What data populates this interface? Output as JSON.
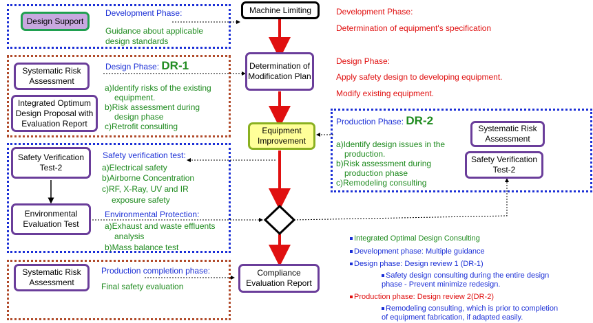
{
  "top_left": {
    "design_support": "Design Support",
    "title": "Development  Phase:",
    "guidance_1": "Guidance about applicable",
    "guidance_2": "design standards"
  },
  "machine_limiting": "Machine Limiting",
  "right_top": {
    "dev_title": "Development  Phase:",
    "dev_text": "Determination  of equipment's specification",
    "design_title": "Design Phase:",
    "design_text_1": "Apply safety design to developing  equipment.",
    "design_text_2": "Modify existing equipment."
  },
  "design_phase": {
    "title": "Design Phase:",
    "dr": "DR-1",
    "box1": "Systematic Risk Assessment",
    "box2": "Integrated Optimum Design Proposal with Evaluation Report",
    "items": [
      "a)Identify  risks of the existing",
      "equipment.",
      "b)Risk assessment during",
      "design phase",
      "c)Retrofit  consulting"
    ]
  },
  "modification_plan": "Determination of Modification Plan",
  "equipment_improvement": "Equipment Improvement",
  "production_phase": {
    "title": "Production Phase:",
    "dr": "DR-2",
    "box1": "Systematic Risk Assessment",
    "box2": "Safety Verification Test-2",
    "items": [
      "a)Identify  design issues in the",
      "production.",
      "b)Risk assessment during",
      "production phase",
      "c)Remodeling  consulting"
    ]
  },
  "safety": {
    "box1": "Safety Verification Test-2",
    "box2": "Environmental Evaluation Test",
    "verif_title": "Safety verification  test:",
    "verif_items": [
      "a)Electrical safety",
      "b)Airborne  Concentration",
      "c)RF, X-Ray,  UV and IR",
      "exposure safety"
    ],
    "env_title": "Environmental Protection:",
    "env_items": [
      "a)Exhaust and waste effluents",
      "analysis",
      "b)Mass balance test"
    ]
  },
  "completion": {
    "box": "Systematic Risk Assessment",
    "title": "Production completion  phase:",
    "text": "Final safety evaluation",
    "report": "Compliance Evaluation  Report"
  },
  "legend": {
    "l1": "Integrated Optimal Design Consulting",
    "l2": "Development phase: Multiple guidance",
    "l3": "Design phase: Design review 1 (DR-1)",
    "l4a": "Safety design consulting  during  the entire design",
    "l4b": "phase - Prevent minimize redesign.",
    "l5": "Production phase: Design review 2(DR-2)",
    "l6a": "Remodeling consulting, which is prior to completion",
    "l6b": "of equipment fabrication, if adapted easily."
  },
  "colors": {
    "blue": "#1b2fd6",
    "green": "#1e8a1e",
    "red": "#e01010",
    "purple": "#6a3d9a",
    "brown": "#b04a2a",
    "yellow": "#ffff99"
  }
}
